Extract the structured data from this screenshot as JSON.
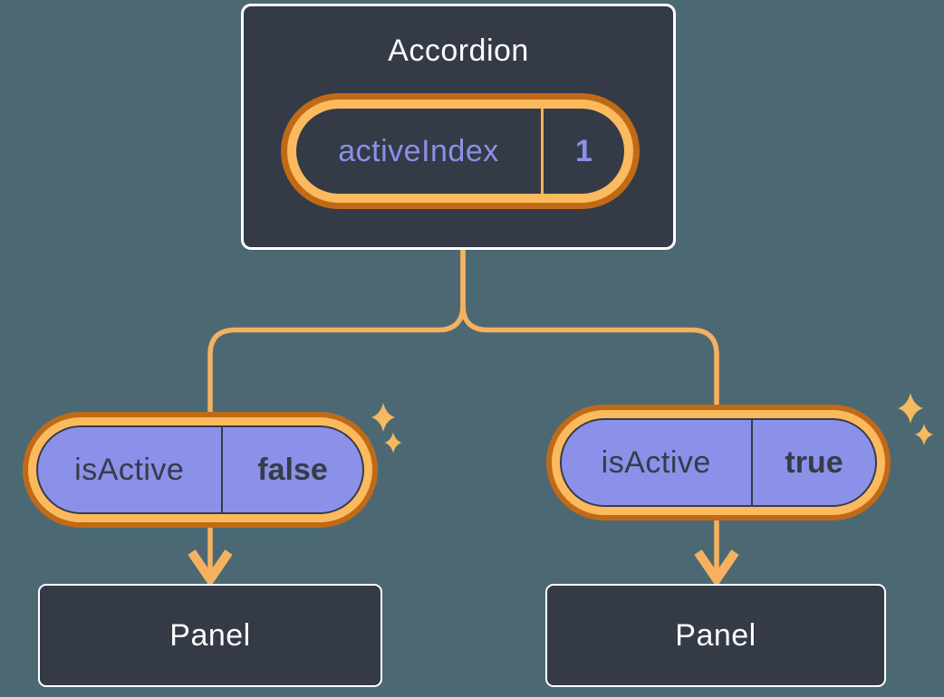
{
  "diagram": {
    "root": {
      "title": "Accordion",
      "pill": {
        "label": "activeIndex",
        "value": "1"
      }
    },
    "children": [
      {
        "pill": {
          "label": "isActive",
          "value": "false"
        },
        "panel": {
          "title": "Panel"
        }
      },
      {
        "pill": {
          "label": "isActive",
          "value": "true"
        },
        "panel": {
          "title": "Panel"
        }
      }
    ],
    "icons": [
      "sparkle-icon"
    ],
    "colors": {
      "background": "#4C6973",
      "card_fill": "#343A46",
      "card_border": "#FFFFFF",
      "title_text": "#FBFBFD",
      "purple_fill": "#8B90E9",
      "purple_text": "#8B90E9",
      "dark_text": "#363C48",
      "ring_outer_orange": "#C06A18",
      "ring_inner_orange": "#FBBA5E",
      "wire_orange": "#F5B160",
      "sparkle_orange": "#F7B95F"
    }
  }
}
